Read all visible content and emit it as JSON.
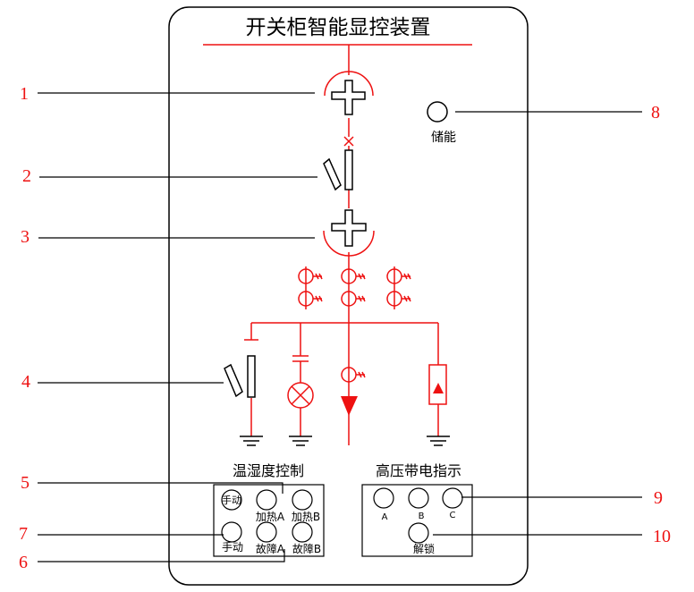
{
  "title": "开关柜智能显控装置",
  "colors": {
    "primary": "#e11",
    "line": "#000000",
    "panel_border": "#000000"
  },
  "callouts": [
    "1",
    "2",
    "3",
    "4",
    "5",
    "6",
    "7",
    "8",
    "9",
    "10"
  ],
  "storage": {
    "label": "储能"
  },
  "temp_humidity": {
    "title": "温湿度控制",
    "manual_top": "手动",
    "heat_a": "加热A",
    "heat_b": "加热B",
    "manual_bottom": "手动",
    "fault_a": "故障A",
    "fault_b": "故障B"
  },
  "hv_indicator": {
    "title": "高压带电指示",
    "phase_a": "A",
    "phase_b": "B",
    "phase_c": "C",
    "unlock": "解锁"
  }
}
